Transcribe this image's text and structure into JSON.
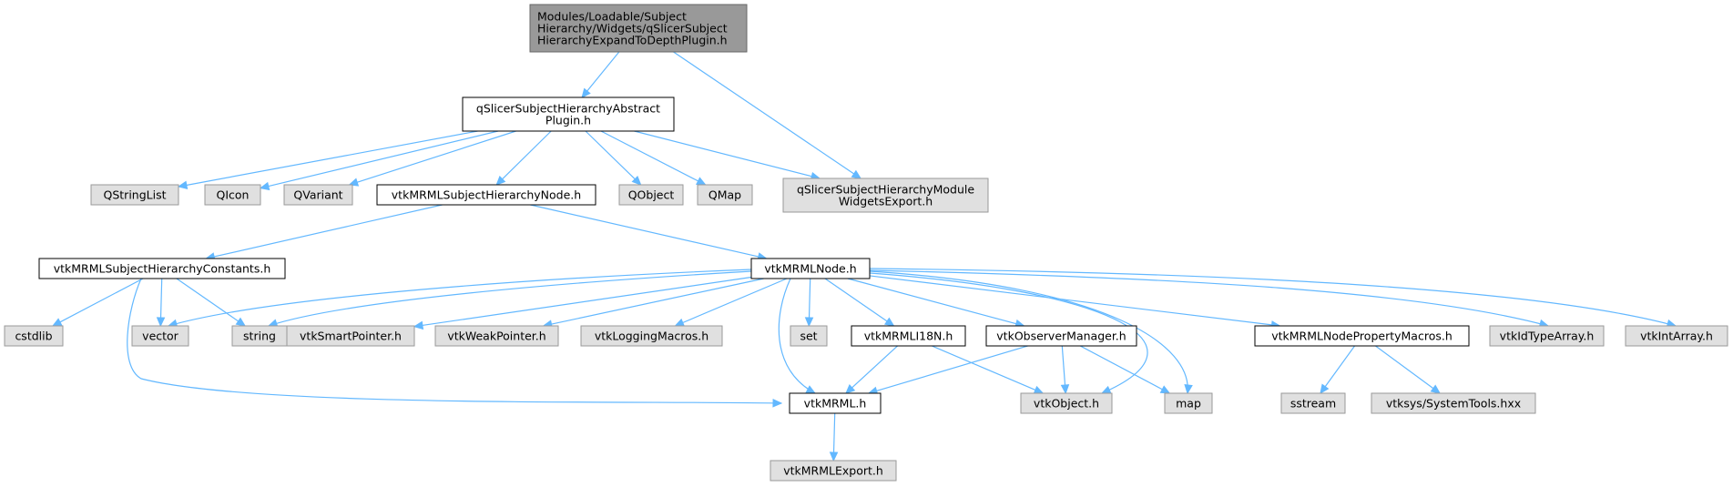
{
  "colors": {
    "root_fill": "#999999",
    "root_border": "#666666",
    "file_fill": "#ffffff",
    "file_border": "#000000",
    "external_fill": "#e0e0e0",
    "external_border": "#999999",
    "edge": "#63b8ff"
  },
  "nodes": {
    "root": {
      "kind": "root",
      "lines": [
        "Modules/Loadable/Subject",
        "Hierarchy/Widgets/qSlicerSubject",
        "HierarchyExpandToDepthPlugin.h"
      ]
    },
    "abstract_plugin": {
      "kind": "file",
      "lines": [
        "qSlicerSubjectHierarchyAbstract",
        "Plugin.h"
      ]
    },
    "module_widgets_export": {
      "kind": "external",
      "lines": [
        "qSlicerSubjectHierarchyModule",
        "WidgetsExport.h"
      ]
    },
    "qstringlist": {
      "kind": "external",
      "lines": [
        "QStringList"
      ]
    },
    "qicon": {
      "kind": "external",
      "lines": [
        "QIcon"
      ]
    },
    "qvariant": {
      "kind": "external",
      "lines": [
        "QVariant"
      ]
    },
    "sh_node": {
      "kind": "file",
      "lines": [
        "vtkMRMLSubjectHierarchyNode.h"
      ]
    },
    "qobject": {
      "kind": "external",
      "lines": [
        "QObject"
      ]
    },
    "qmap": {
      "kind": "external",
      "lines": [
        "QMap"
      ]
    },
    "sh_constants": {
      "kind": "file",
      "lines": [
        "vtkMRMLSubjectHierarchyConstants.h"
      ]
    },
    "mrml_node": {
      "kind": "file",
      "lines": [
        "vtkMRMLNode.h"
      ]
    },
    "cstdlib": {
      "kind": "external",
      "lines": [
        "cstdlib"
      ]
    },
    "vector": {
      "kind": "external",
      "lines": [
        "vector"
      ]
    },
    "string": {
      "kind": "external",
      "lines": [
        "string"
      ]
    },
    "smart_pointer": {
      "kind": "external",
      "lines": [
        "vtkSmartPointer.h"
      ]
    },
    "weak_pointer": {
      "kind": "external",
      "lines": [
        "vtkWeakPointer.h"
      ]
    },
    "logging_macros": {
      "kind": "external",
      "lines": [
        "vtkLoggingMacros.h"
      ]
    },
    "set": {
      "kind": "external",
      "lines": [
        "set"
      ]
    },
    "i18n": {
      "kind": "file",
      "lines": [
        "vtkMRMLI18N.h"
      ]
    },
    "observer_manager": {
      "kind": "file",
      "lines": [
        "vtkObserverManager.h"
      ]
    },
    "property_macros": {
      "kind": "file",
      "lines": [
        "vtkMRMLNodePropertyMacros.h"
      ]
    },
    "id_type_array": {
      "kind": "external",
      "lines": [
        "vtkIdTypeArray.h"
      ]
    },
    "int_array": {
      "kind": "external",
      "lines": [
        "vtkIntArray.h"
      ]
    },
    "mrml": {
      "kind": "file",
      "lines": [
        "vtkMRML.h"
      ]
    },
    "vtk_object": {
      "kind": "external",
      "lines": [
        "vtkObject.h"
      ]
    },
    "map": {
      "kind": "external",
      "lines": [
        "map"
      ]
    },
    "sstream": {
      "kind": "external",
      "lines": [
        "sstream"
      ]
    },
    "system_tools": {
      "kind": "external",
      "lines": [
        "vtksys/SystemTools.hxx"
      ]
    },
    "mrml_export": {
      "kind": "external",
      "lines": [
        "vtkMRMLExport.h"
      ]
    }
  },
  "edges": [
    [
      "root",
      "abstract_plugin"
    ],
    [
      "root",
      "module_widgets_export"
    ],
    [
      "abstract_plugin",
      "qstringlist"
    ],
    [
      "abstract_plugin",
      "qicon"
    ],
    [
      "abstract_plugin",
      "qvariant"
    ],
    [
      "abstract_plugin",
      "sh_node"
    ],
    [
      "abstract_plugin",
      "qobject"
    ],
    [
      "abstract_plugin",
      "qmap"
    ],
    [
      "abstract_plugin",
      "module_widgets_export"
    ],
    [
      "sh_node",
      "sh_constants"
    ],
    [
      "sh_node",
      "mrml_node"
    ],
    [
      "sh_constants",
      "cstdlib"
    ],
    [
      "sh_constants",
      "vector"
    ],
    [
      "sh_constants",
      "string"
    ],
    [
      "sh_constants",
      "mrml"
    ],
    [
      "mrml_node",
      "vector"
    ],
    [
      "mrml_node",
      "string"
    ],
    [
      "mrml_node",
      "smart_pointer"
    ],
    [
      "mrml_node",
      "weak_pointer"
    ],
    [
      "mrml_node",
      "logging_macros"
    ],
    [
      "mrml_node",
      "set"
    ],
    [
      "mrml_node",
      "i18n"
    ],
    [
      "mrml_node",
      "observer_manager"
    ],
    [
      "mrml_node",
      "property_macros"
    ],
    [
      "mrml_node",
      "id_type_array"
    ],
    [
      "mrml_node",
      "int_array"
    ],
    [
      "mrml_node",
      "mrml"
    ],
    [
      "mrml_node",
      "vtk_object"
    ],
    [
      "mrml_node",
      "map"
    ],
    [
      "i18n",
      "mrml"
    ],
    [
      "i18n",
      "vtk_object"
    ],
    [
      "observer_manager",
      "mrml"
    ],
    [
      "observer_manager",
      "vtk_object"
    ],
    [
      "observer_manager",
      "map"
    ],
    [
      "property_macros",
      "sstream"
    ],
    [
      "property_macros",
      "system_tools"
    ],
    [
      "mrml",
      "mrml_export"
    ]
  ]
}
